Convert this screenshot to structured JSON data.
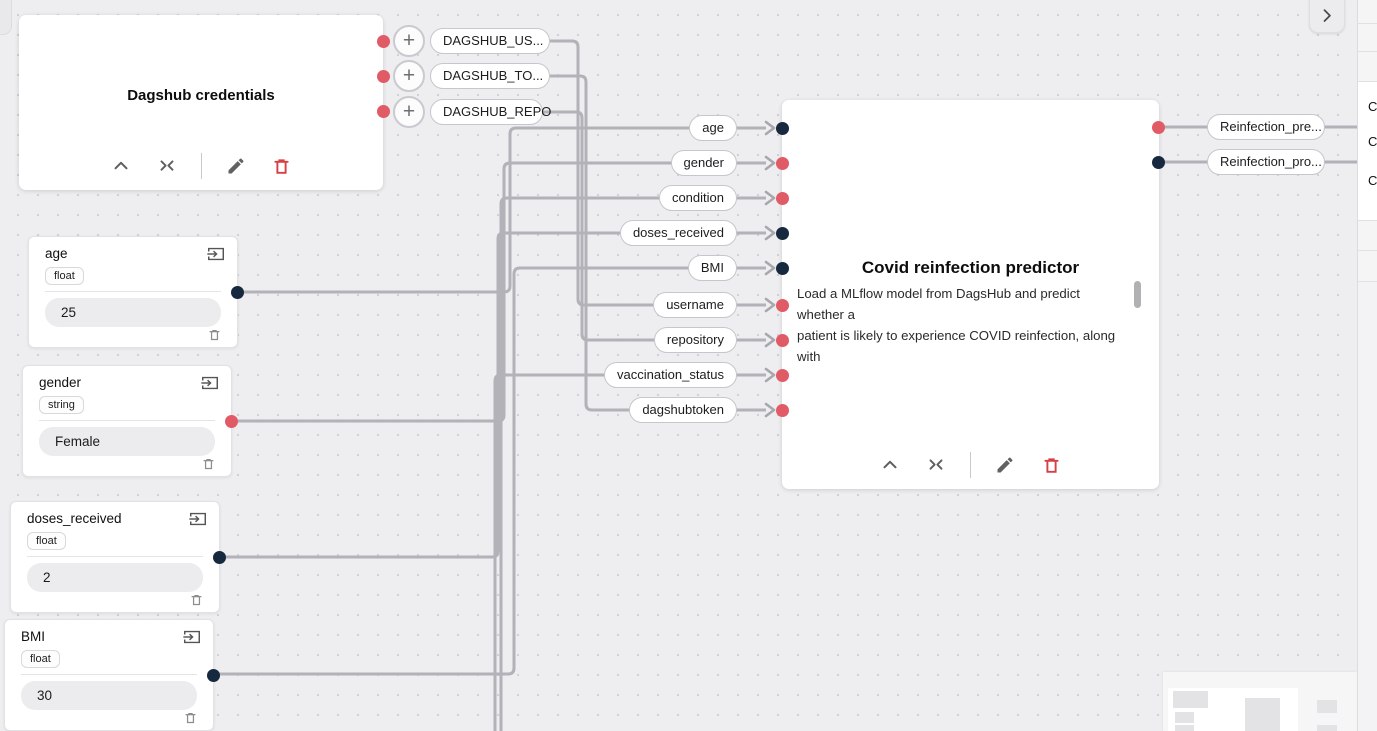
{
  "colors": {
    "port_red": "#e15b66",
    "port_navy": "#17293e",
    "wire_gray": "#b2b2b8",
    "trash_red": "#d64045",
    "icon_gray": "#616161"
  },
  "credentials_node": {
    "title": "Dagshub credentials",
    "outputs": [
      {
        "label": "DAGSHUB_US...",
        "port_color": "red"
      },
      {
        "label": "DAGSHUB_TO...",
        "port_color": "red"
      },
      {
        "label": "DAGSHUB_REPO",
        "port_color": "red"
      }
    ]
  },
  "predictor_node": {
    "title": "Covid reinfection predictor",
    "description_line1": "Load a MLflow model from DagsHub and predict whether a",
    "description_line2": "patient is likely to experience COVID reinfection, along with",
    "inputs": [
      {
        "label": "age",
        "port_color": "navy"
      },
      {
        "label": "gender",
        "port_color": "red"
      },
      {
        "label": "condition",
        "port_color": "red"
      },
      {
        "label": "doses_received",
        "port_color": "navy"
      },
      {
        "label": "BMI",
        "port_color": "navy"
      },
      {
        "label": "username",
        "port_color": "red"
      },
      {
        "label": "repository",
        "port_color": "red"
      },
      {
        "label": "vaccination_status",
        "port_color": "red"
      },
      {
        "label": "dagshubtoken",
        "port_color": "red"
      }
    ],
    "outputs": [
      {
        "label": "Reinfection_pre...",
        "port_color": "red"
      },
      {
        "label": "Reinfection_pro...",
        "port_color": "navy"
      }
    ]
  },
  "input_cards": [
    {
      "title": "age",
      "type_badge": "float",
      "value": "25",
      "port_color": "navy"
    },
    {
      "title": "gender",
      "type_badge": "string",
      "value": "Female",
      "port_color": "red"
    },
    {
      "title": "doses_received",
      "type_badge": "float",
      "value": "2",
      "port_color": "navy"
    },
    {
      "title": "BMI",
      "type_badge": "float",
      "value": "30",
      "port_color": "navy"
    }
  ],
  "expand_button": {
    "glyph": "›"
  },
  "plus_button": {
    "glyph": "+"
  },
  "right_panel": {
    "clipped_labels": [
      "C",
      "C",
      "C"
    ]
  }
}
